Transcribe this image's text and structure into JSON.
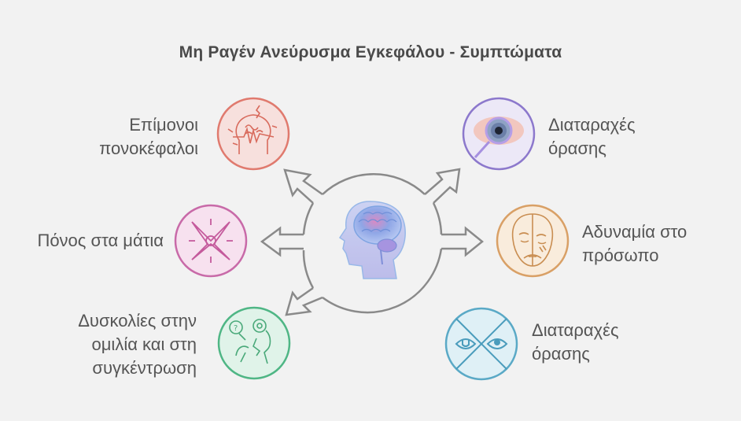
{
  "title": "Μη Ραγέν Ανεύρυσμα Εγκεφάλου - Συμπτώματα",
  "center": {
    "icon": "human-head-brain-icon"
  },
  "symptoms": [
    {
      "id": "headaches",
      "side": "left",
      "lines": [
        "Επίμονοι",
        "πονοκέφαλοι"
      ],
      "icon": "headache-brain-icon",
      "color": "#e07a6e"
    },
    {
      "id": "eye-pain",
      "side": "left",
      "lines": [
        "Πόνος στα μάτια"
      ],
      "icon": "star-sparkle-icon",
      "color": "#c86aa8"
    },
    {
      "id": "speech-concentration",
      "side": "left",
      "lines": [
        "Δυσκολίες στην",
        "ομιλία και στη",
        "συγκέντρωση"
      ],
      "icon": "speech-confusion-icon",
      "color": "#4fb685"
    },
    {
      "id": "vision-disturbance-1",
      "side": "right",
      "lines": [
        "Διαταραχές",
        "όρασης"
      ],
      "icon": "magnified-eye-icon",
      "color": "#8c78cc"
    },
    {
      "id": "facial-weakness",
      "side": "right",
      "lines": [
        "Αδυναμία στο",
        "πρόσωπο"
      ],
      "icon": "drooping-face-icon",
      "color": "#d9a066"
    },
    {
      "id": "vision-disturbance-2",
      "side": "right",
      "lines": [
        "Διαταραχές",
        "όρασης"
      ],
      "icon": "crossed-eyes-icon",
      "color": "#5aa9c6"
    }
  ],
  "colors": {
    "background": "#f2f2f2",
    "title": "#4a4a4a",
    "label": "#555555",
    "arrow": "#8a8a8a"
  }
}
